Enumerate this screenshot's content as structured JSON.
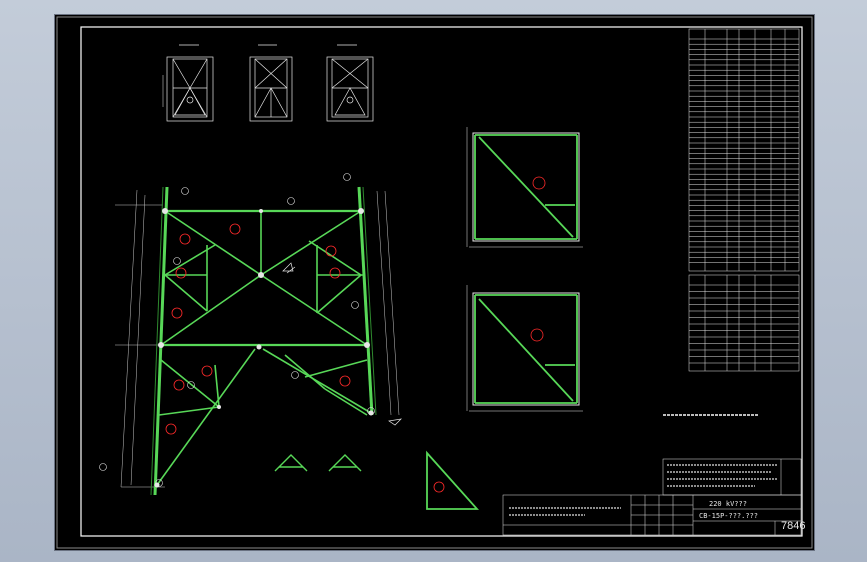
{
  "title_block": {
    "line1": "220 kV???",
    "line2": "CB-15P-???.???",
    "drawing_number": "7846"
  },
  "colors": {
    "background": "#000000",
    "frame": "#ffffff",
    "member": "#58d858",
    "member_dark": "#2e8a2e",
    "bolt": "#e6e6e6",
    "dimension": "#c8c8c8",
    "annotation": "#ff2a2a"
  }
}
